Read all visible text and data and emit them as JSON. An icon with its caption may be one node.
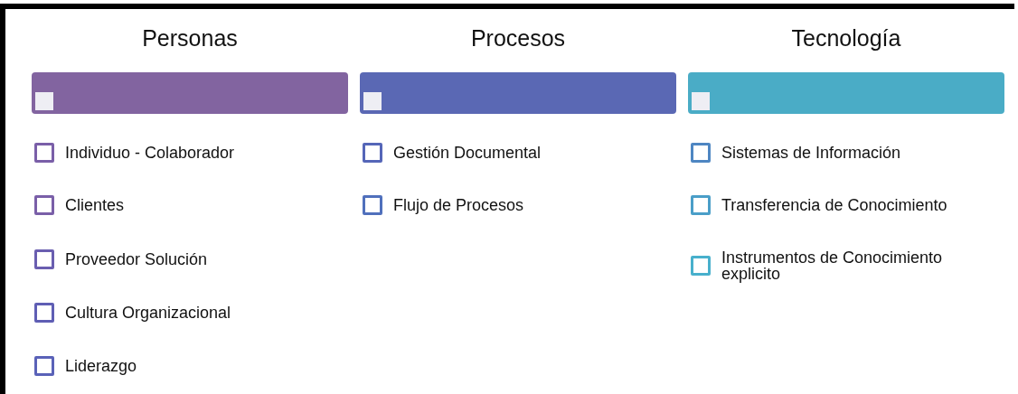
{
  "diagram": {
    "nodes": [
      {
        "text": [
          "Personas"
        ]
      },
      {
        "text": [
          "Procesos"
        ]
      },
      {
        "text": [
          "Tecnología"
        ]
      }
    ],
    "labels": [
      "Individuo - Colaborador",
      "Clientes",
      "Proveedor Solución",
      "Cultura Organizacional",
      "Liderazgo",
      "Gestión Documental",
      "Flujo de Procesos",
      "Sistemas de Información",
      "Transferencia de Conocimiento",
      "Instrumentos de Conocimiento explicito"
    ]
  }
}
